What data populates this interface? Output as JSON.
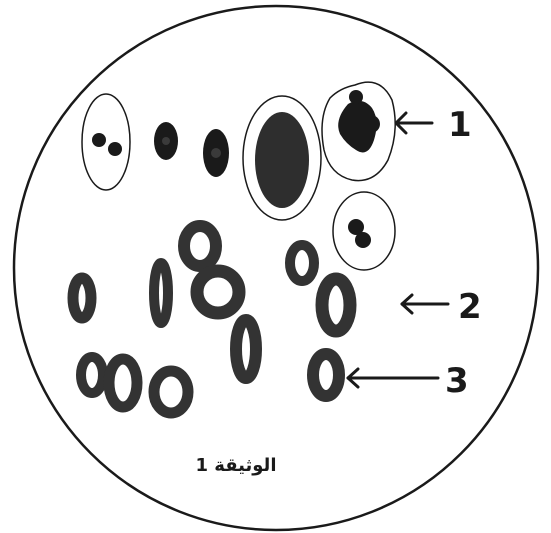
{
  "diagram": {
    "caption": "الوثيقة 1",
    "labels": [
      "1",
      "2",
      "3"
    ],
    "colors": {
      "ink": "#1a1a1a",
      "cell_fill": "#3a3a3a",
      "background": "#ffffff"
    }
  }
}
